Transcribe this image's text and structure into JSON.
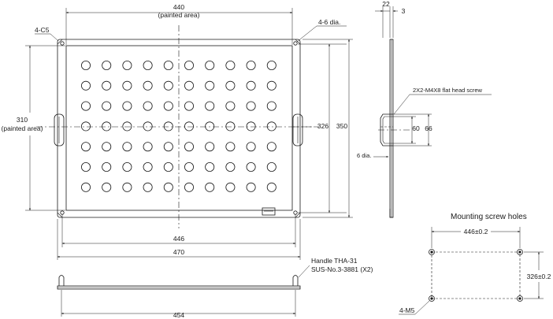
{
  "front_view": {
    "dim_top": "440",
    "dim_top_sub": "(painted area)",
    "label_chamfer": "4-C5",
    "label_holes": "4-6 dia.",
    "dim_left": "310",
    "dim_left_sub": "(painted area)",
    "dim_inner_height": "326",
    "dim_outer_height": "350",
    "dim_inner_width": "446",
    "dim_outer_width": "470"
  },
  "side_view": {
    "dim_thickness": "22",
    "dim_plate": "3",
    "label_screw": "2X2-M4X8 flat head screw",
    "dim_handle_inner": "60",
    "dim_handle_outer": "66",
    "label_hole": "6 dia."
  },
  "bottom_view": {
    "label_handle": "Handle THA-31",
    "label_material": "SUS-No.3-3881 (X2)",
    "dim_width": "454"
  },
  "mounting": {
    "title": "Mounting screw holes",
    "dim_horizontal": "446±0.2",
    "dim_vertical": "326±0.2",
    "label_thread": "4-M5"
  }
}
